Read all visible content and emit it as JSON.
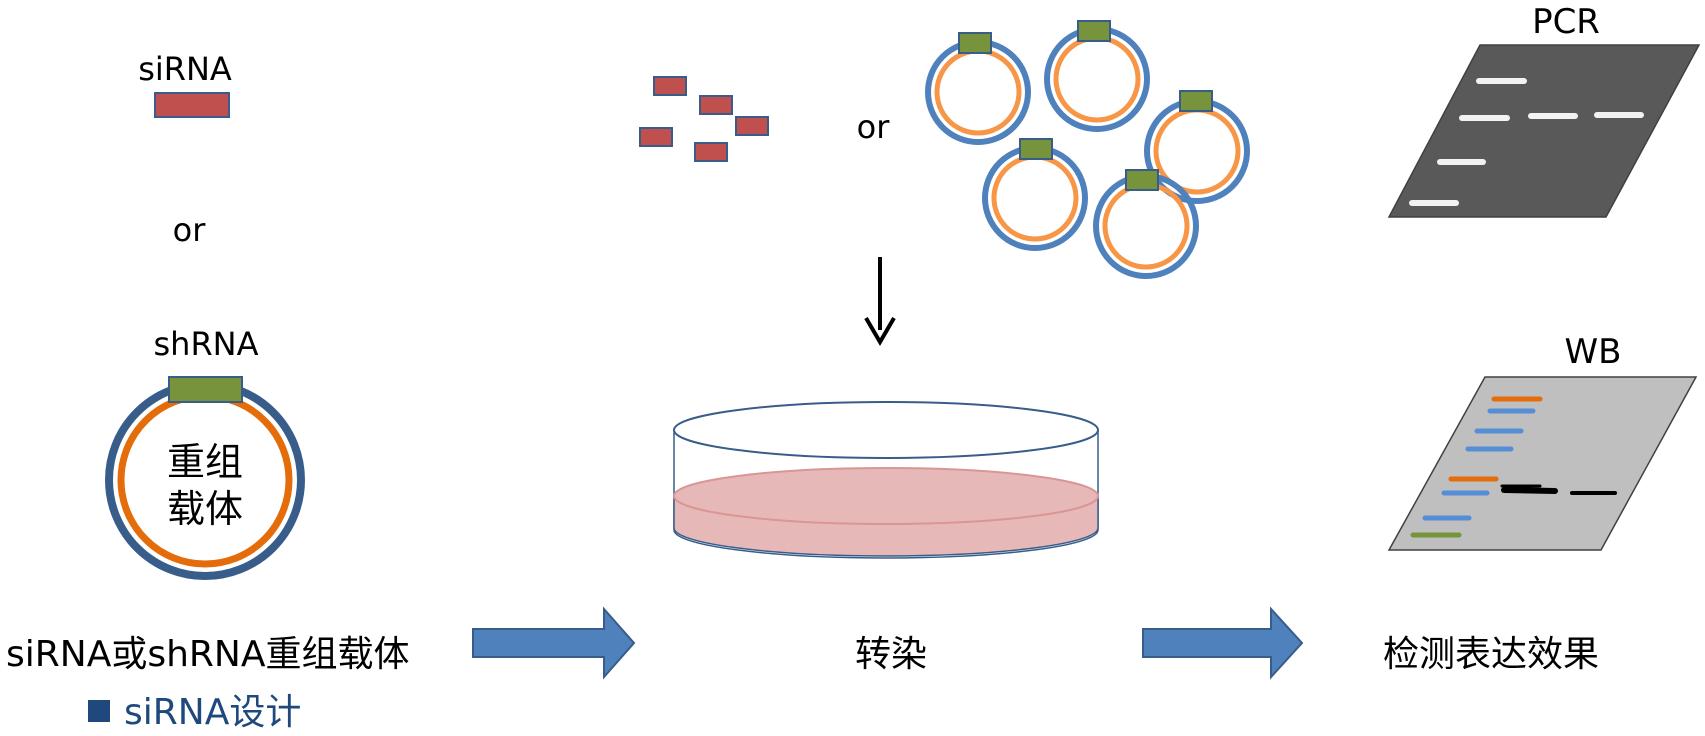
{
  "colors": {
    "sirna_fill": "#C0504D",
    "sirna_stroke": "#385D8A",
    "vector_outer": "#4F81BD",
    "vector_outer_dark": "#385D8A",
    "vector_inner_orange": "#F79646",
    "vector_inner_dark_orange": "#E46C0A",
    "insert_green": "#77933C",
    "arrow_blue": "#4F81BD",
    "dish_fill": "#E6B9B8",
    "dish_stroke": "#385D8A",
    "pcr_gel": "#595959",
    "wb_membrane": "#BFBFBF",
    "wb_orange": "#E46C0A",
    "wb_blue": "#558ED5",
    "wb_green": "#77933C",
    "wb_black": "#000000",
    "bullet_blue": "#1F497D"
  },
  "left_panel": {
    "sirna_label": "siRNA",
    "or_label": "or",
    "shrna_label": "shRNA",
    "vector_text_line1": "重组",
    "vector_text_line2": "载体",
    "caption": "siRNA或shRNA重组载体"
  },
  "middle_panel": {
    "or_label": "or",
    "down_arrow_icon": "down-arrow-icon",
    "caption": "转染"
  },
  "right_panel": {
    "pcr_label": "PCR",
    "wb_label": "WB",
    "caption": "检测表达效果"
  },
  "footer": {
    "bullet_text": "siRNA设计"
  }
}
